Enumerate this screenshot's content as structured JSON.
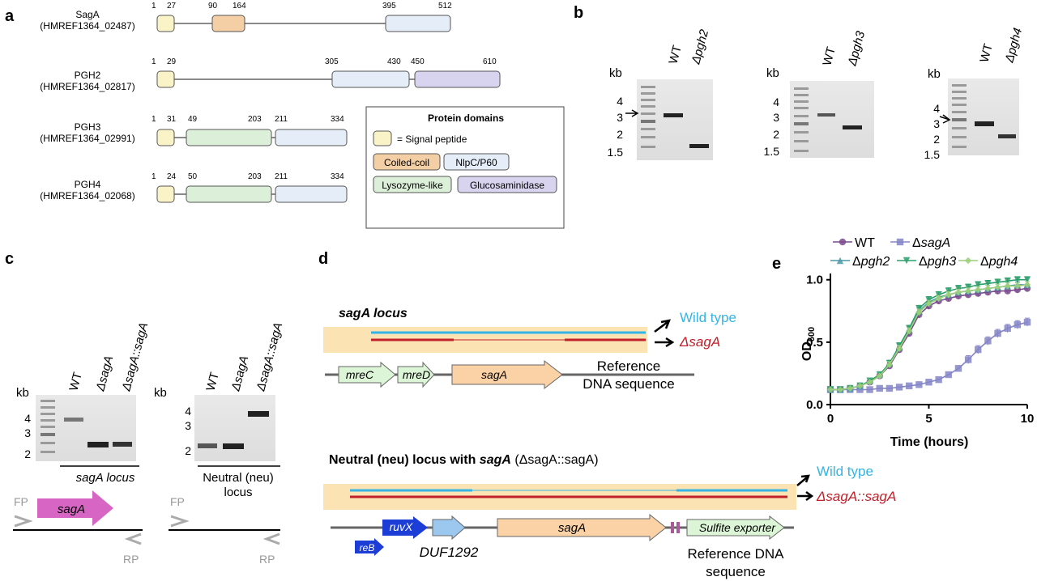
{
  "panel_letters": {
    "a": "a",
    "b": "b",
    "c": "c",
    "d": "d",
    "e": "e"
  },
  "panel_a": {
    "proteins": [
      {
        "name": "SagA",
        "id": "(HMREF1364_02487)",
        "nums": [
          "1",
          "27",
          "90",
          "164",
          "395",
          "512"
        ]
      },
      {
        "name": "PGH2",
        "id": "(HMREF1364_02817)",
        "nums": [
          "1",
          "29",
          "305",
          "430",
          "450",
          "610"
        ]
      },
      {
        "name": "PGH3",
        "id": "(HMREF1364_02991)",
        "nums": [
          "1",
          "31",
          "49",
          "203",
          "211",
          "334"
        ]
      },
      {
        "name": "PGH4",
        "id": "(HMREF1364_02068)",
        "nums": [
          "1",
          "24",
          "50",
          "203",
          "211",
          "334"
        ]
      }
    ],
    "legend": {
      "title": "Protein domains",
      "signal": "= Signal peptide",
      "coiled": "Coiled-coil",
      "nlpc": "NlpC/P60",
      "lysozyme": "Lysozyme-like",
      "glucos": "Glucosaminidase"
    },
    "colors": {
      "signal": "#fbf3c8",
      "coiled": "#f4cfa6",
      "nlpc": "#e4edf8",
      "lysozyme": "#dcefd8",
      "glucos": "#d8d3ee"
    }
  },
  "panel_b": {
    "kb": "kb",
    "gels": [
      {
        "lanes": [
          "WT",
          "Δpgh2"
        ],
        "ticks": [
          "4",
          "3",
          "2",
          "1.5"
        ]
      },
      {
        "lanes": [
          "WT",
          "Δpgh3"
        ],
        "ticks": [
          "4",
          "3",
          "2",
          "1.5"
        ]
      },
      {
        "lanes": [
          "WT",
          "Δpgh4"
        ],
        "ticks": [
          "4",
          "3",
          "2",
          "1.5"
        ]
      }
    ]
  },
  "panel_c": {
    "kb": "kb",
    "lanes1": [
      "WT",
      "ΔsagA",
      "ΔsagA::sagA"
    ],
    "lanes2": [
      "WT",
      "ΔsagA",
      "ΔsagA::sagA"
    ],
    "ticks": [
      "4",
      "3",
      "2"
    ],
    "locus1": "sagA locus",
    "locus2a": "Neutral (neu)",
    "locus2b": "locus",
    "fp": "FP",
    "rp": "RP",
    "gene": "sagA"
  },
  "panel_d": {
    "title1": "sagA  locus",
    "title2a": "Neutral (neu) locus with ",
    "title2b": "sagA",
    "title2c": "  (ΔsagA::sagA)",
    "wt": "Wild type",
    "mut1": "ΔsagA",
    "mut2": "ΔsagA::sagA",
    "genes1": [
      "mreC",
      "mreD",
      "sagA"
    ],
    "ref1a": "Reference",
    "ref1b": "DNA sequence",
    "genes2": [
      "ruvX",
      "reB",
      "sagA",
      "Sulfite exporter"
    ],
    "duf": "DUF1292",
    "ref2a": "Reference DNA",
    "ref2b": "sequence",
    "colors": {
      "wt": "#34b4e6",
      "mut": "#c0202a",
      "band": "#fbe3b4"
    }
  },
  "chart_data": {
    "type": "line",
    "xlabel": "Time (hours)",
    "ylabel": "OD600",
    "xlim": [
      0,
      10
    ],
    "ylim": [
      0,
      1.05
    ],
    "xticks": [
      "0",
      "5",
      "10"
    ],
    "yticks": [
      "0.0",
      "0.5",
      "1.0"
    ],
    "legend": "top",
    "series": [
      {
        "name": "WT",
        "color": "#7b4a8e",
        "marker": "circle",
        "x": [
          0,
          0.5,
          1,
          1.5,
          2,
          2.5,
          3,
          3.5,
          4,
          4.5,
          5,
          5.5,
          6,
          6.5,
          7,
          7.5,
          8,
          8.5,
          9,
          9.5,
          10
        ],
        "y": [
          0.12,
          0.12,
          0.13,
          0.15,
          0.18,
          0.23,
          0.31,
          0.44,
          0.57,
          0.72,
          0.79,
          0.83,
          0.85,
          0.87,
          0.88,
          0.89,
          0.9,
          0.91,
          0.91,
          0.92,
          0.93
        ]
      },
      {
        "name": "ΔsagA",
        "color": "#8585c8",
        "marker": "square",
        "x": [
          0,
          0.5,
          1,
          1.5,
          2,
          2.5,
          3,
          3.5,
          4,
          4.5,
          5,
          5.5,
          6,
          6.5,
          7,
          7.5,
          8,
          8.5,
          9,
          9.5,
          10
        ],
        "y": [
          0.12,
          0.12,
          0.12,
          0.12,
          0.12,
          0.13,
          0.13,
          0.14,
          0.15,
          0.16,
          0.18,
          0.2,
          0.24,
          0.29,
          0.36,
          0.44,
          0.51,
          0.57,
          0.61,
          0.64,
          0.66
        ]
      },
      {
        "name": "Δpgh2",
        "color": "#4a9aa8",
        "marker": "triangle",
        "x": [
          0,
          0.5,
          1,
          1.5,
          2,
          2.5,
          3,
          3.5,
          4,
          4.5,
          5,
          5.5,
          6,
          6.5,
          7,
          7.5,
          8,
          8.5,
          9,
          9.5,
          10
        ],
        "y": [
          0.12,
          0.12,
          0.13,
          0.15,
          0.19,
          0.24,
          0.33,
          0.46,
          0.6,
          0.75,
          0.82,
          0.86,
          0.88,
          0.9,
          0.91,
          0.92,
          0.93,
          0.94,
          0.95,
          0.96,
          0.96
        ]
      },
      {
        "name": "Δpgh3",
        "color": "#2a9e6a",
        "marker": "tri-down",
        "x": [
          0,
          0.5,
          1,
          1.5,
          2,
          2.5,
          3,
          3.5,
          4,
          4.5,
          5,
          5.5,
          6,
          6.5,
          7,
          7.5,
          8,
          8.5,
          9,
          9.5,
          10
        ],
        "y": [
          0.12,
          0.12,
          0.13,
          0.15,
          0.19,
          0.24,
          0.33,
          0.47,
          0.61,
          0.77,
          0.84,
          0.88,
          0.91,
          0.93,
          0.94,
          0.96,
          0.97,
          0.98,
          0.99,
          1.0,
          1.0
        ]
      },
      {
        "name": "Δpgh4",
        "color": "#9ccf7a",
        "marker": "diamond",
        "x": [
          0,
          0.5,
          1,
          1.5,
          2,
          2.5,
          3,
          3.5,
          4,
          4.5,
          5,
          5.5,
          6,
          6.5,
          7,
          7.5,
          8,
          8.5,
          9,
          9.5,
          10
        ],
        "y": [
          0.12,
          0.12,
          0.13,
          0.15,
          0.18,
          0.23,
          0.32,
          0.45,
          0.59,
          0.74,
          0.81,
          0.85,
          0.88,
          0.9,
          0.91,
          0.92,
          0.93,
          0.94,
          0.95,
          0.95,
          0.96
        ]
      }
    ]
  }
}
